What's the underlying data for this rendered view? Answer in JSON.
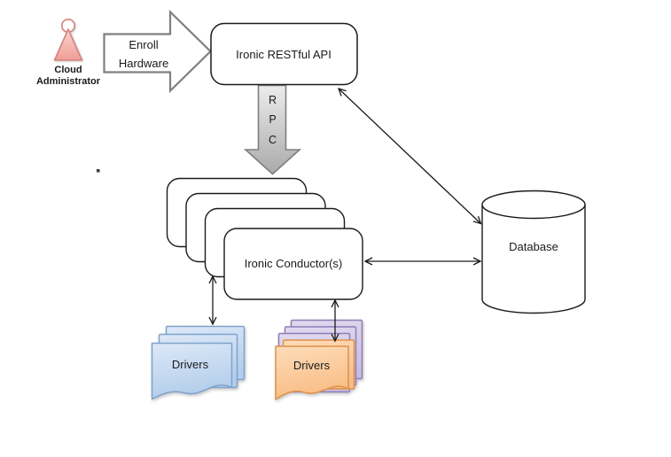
{
  "diagram": {
    "type": "architecture-flow",
    "actor": {
      "line1": "Cloud",
      "line2": "Administrator"
    },
    "enroll": {
      "line1": "Enroll",
      "line2": "Hardware"
    },
    "api": {
      "label": "Ironic RESTful API"
    },
    "rpc": {
      "letters": [
        "R",
        "P",
        "C"
      ]
    },
    "conductor": {
      "label": "Ironic Conductor(s)",
      "stack_count": 4
    },
    "database": {
      "label": "Database"
    },
    "drivers_blue": {
      "label": "Drivers"
    },
    "drivers_orange": {
      "label": "Drivers"
    },
    "connections": [
      {
        "from": "cloud-administrator",
        "to": "ironic-restful-api",
        "label": "Enroll Hardware",
        "style": "block-arrow"
      },
      {
        "from": "ironic-restful-api",
        "to": "ironic-conductors",
        "label": "RPC",
        "style": "block-arrow"
      },
      {
        "from": "ironic-restful-api",
        "to": "database",
        "style": "double-headed-line"
      },
      {
        "from": "ironic-conductors",
        "to": "database",
        "style": "double-headed-line"
      },
      {
        "from": "ironic-conductors",
        "to": "drivers-blue",
        "style": "double-headed-line"
      },
      {
        "from": "ironic-conductors",
        "to": "drivers-orange",
        "style": "double-headed-line"
      }
    ],
    "colors": {
      "actor_fill": "#f5aaa4",
      "actor_border": "#d3837d",
      "block_arrow_border": "#7f7f7f",
      "rpc_fill_light": "#ececec",
      "rpc_fill_dark": "#aaaaaa",
      "node_border": "#1a1a1a",
      "blue_fill_light": "#dce8f7",
      "blue_fill_dark": "#b3cdeb",
      "blue_border": "#7fa3cc",
      "orange_fill_light": "#fddcb9",
      "orange_fill_dark": "#f9bd85",
      "orange_border": "#de9149",
      "purple_fill_light": "#e0daf0",
      "purple_fill_dark": "#cabfe0",
      "purple_border": "#8f7db6"
    }
  }
}
